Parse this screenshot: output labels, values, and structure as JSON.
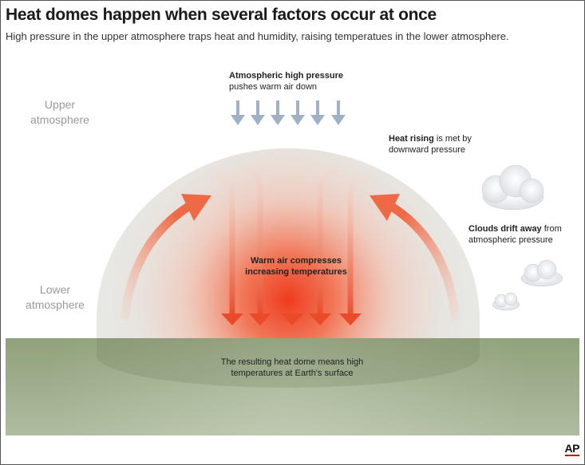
{
  "title": "Heat domes happen when several factors occur at once",
  "subtitle": "High pressure in the upper atmosphere traps heat and humidity, raising temperatues in the lower atmosphere.",
  "zones": {
    "upper_line1": "Upper",
    "upper_line2": "atmosphere",
    "lower_line1": "Lower",
    "lower_line2": "atmosphere"
  },
  "labels": {
    "pressure_bold": "Atmospheric high pressure",
    "pressure_rest": "pushes warm air down",
    "rising_bold": "Heat rising",
    "rising_rest1": " is met by",
    "rising_rest2": "downward pressure",
    "clouds_bold": "Clouds drift away",
    "clouds_rest1": " from",
    "clouds_rest2": "atmospheric pressure",
    "center_line1": "Warm air compresses",
    "center_line2": "increasing temperatures",
    "ground_line1": "The resulting heat dome means high",
    "ground_line2": "temperatures at Earth's surface"
  },
  "credit": "AP",
  "colors": {
    "dome": "#e6e6e2",
    "ground": "#a9b79a",
    "heat": "#ef4a2a",
    "pressure_arrows": "#9db0c2"
  }
}
